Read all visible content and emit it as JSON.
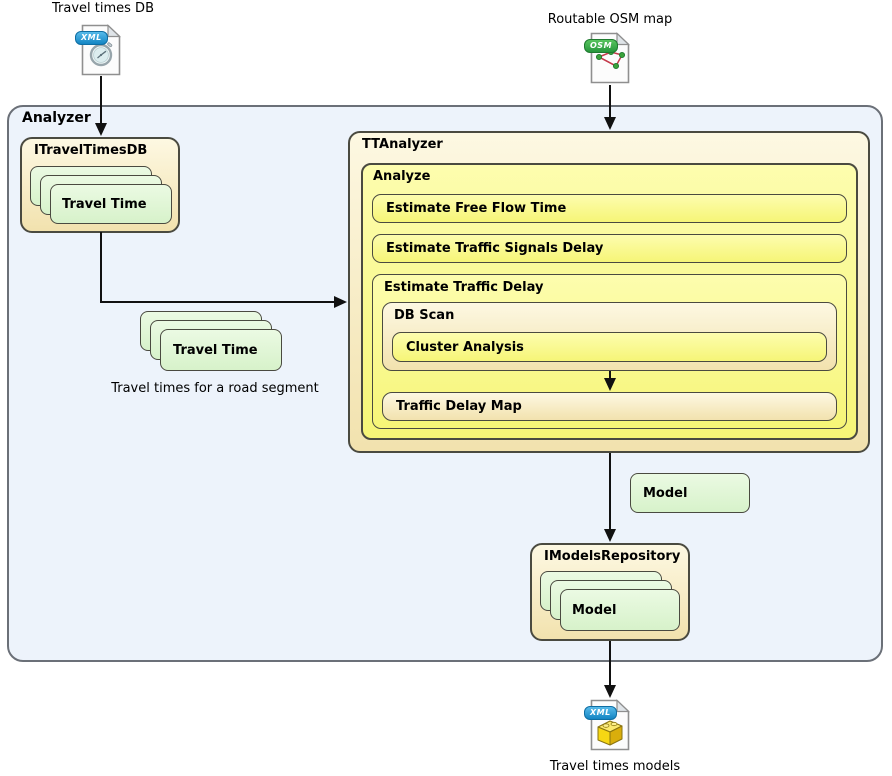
{
  "captions": {
    "travel_times_db": "Travel times DB",
    "routable_osm_map": "Routable OSM map",
    "road_segment": "Travel times for a road segment",
    "travel_times_models": "Travel times models"
  },
  "badges": {
    "xml": "XML",
    "osm": "OSM"
  },
  "analyzer": {
    "label": "Analyzer",
    "itravel_times_db": {
      "label": "ITravelTimesDB",
      "card": "Travel Time"
    },
    "travel_time_stack": {
      "card": "Travel Time"
    },
    "ttanalyzer": {
      "label": "TTAnalyzer",
      "analyze": {
        "label": "Analyze",
        "estimate_free_flow_time": "Estimate Free Flow Time",
        "estimate_traffic_signals_delay": "Estimate Traffic Signals Delay",
        "estimate_traffic_delay": {
          "label": "Estimate Traffic Delay",
          "db_scan": {
            "label": "DB Scan",
            "cluster_analysis": "Cluster Analysis"
          },
          "traffic_delay_map": "Traffic Delay Map"
        }
      }
    },
    "model_box": "Model",
    "imodels_repository": {
      "label": "IModelsRepository",
      "card": "Model"
    }
  },
  "colors": {
    "analyzer_bg": "#edf3fb",
    "cream": "#f2e2ae",
    "yellow": "#f6f577",
    "green": "#d7f2ca",
    "arrow": "#111111",
    "xml_badge": "#1385c3",
    "osm_badge": "#27973c"
  }
}
